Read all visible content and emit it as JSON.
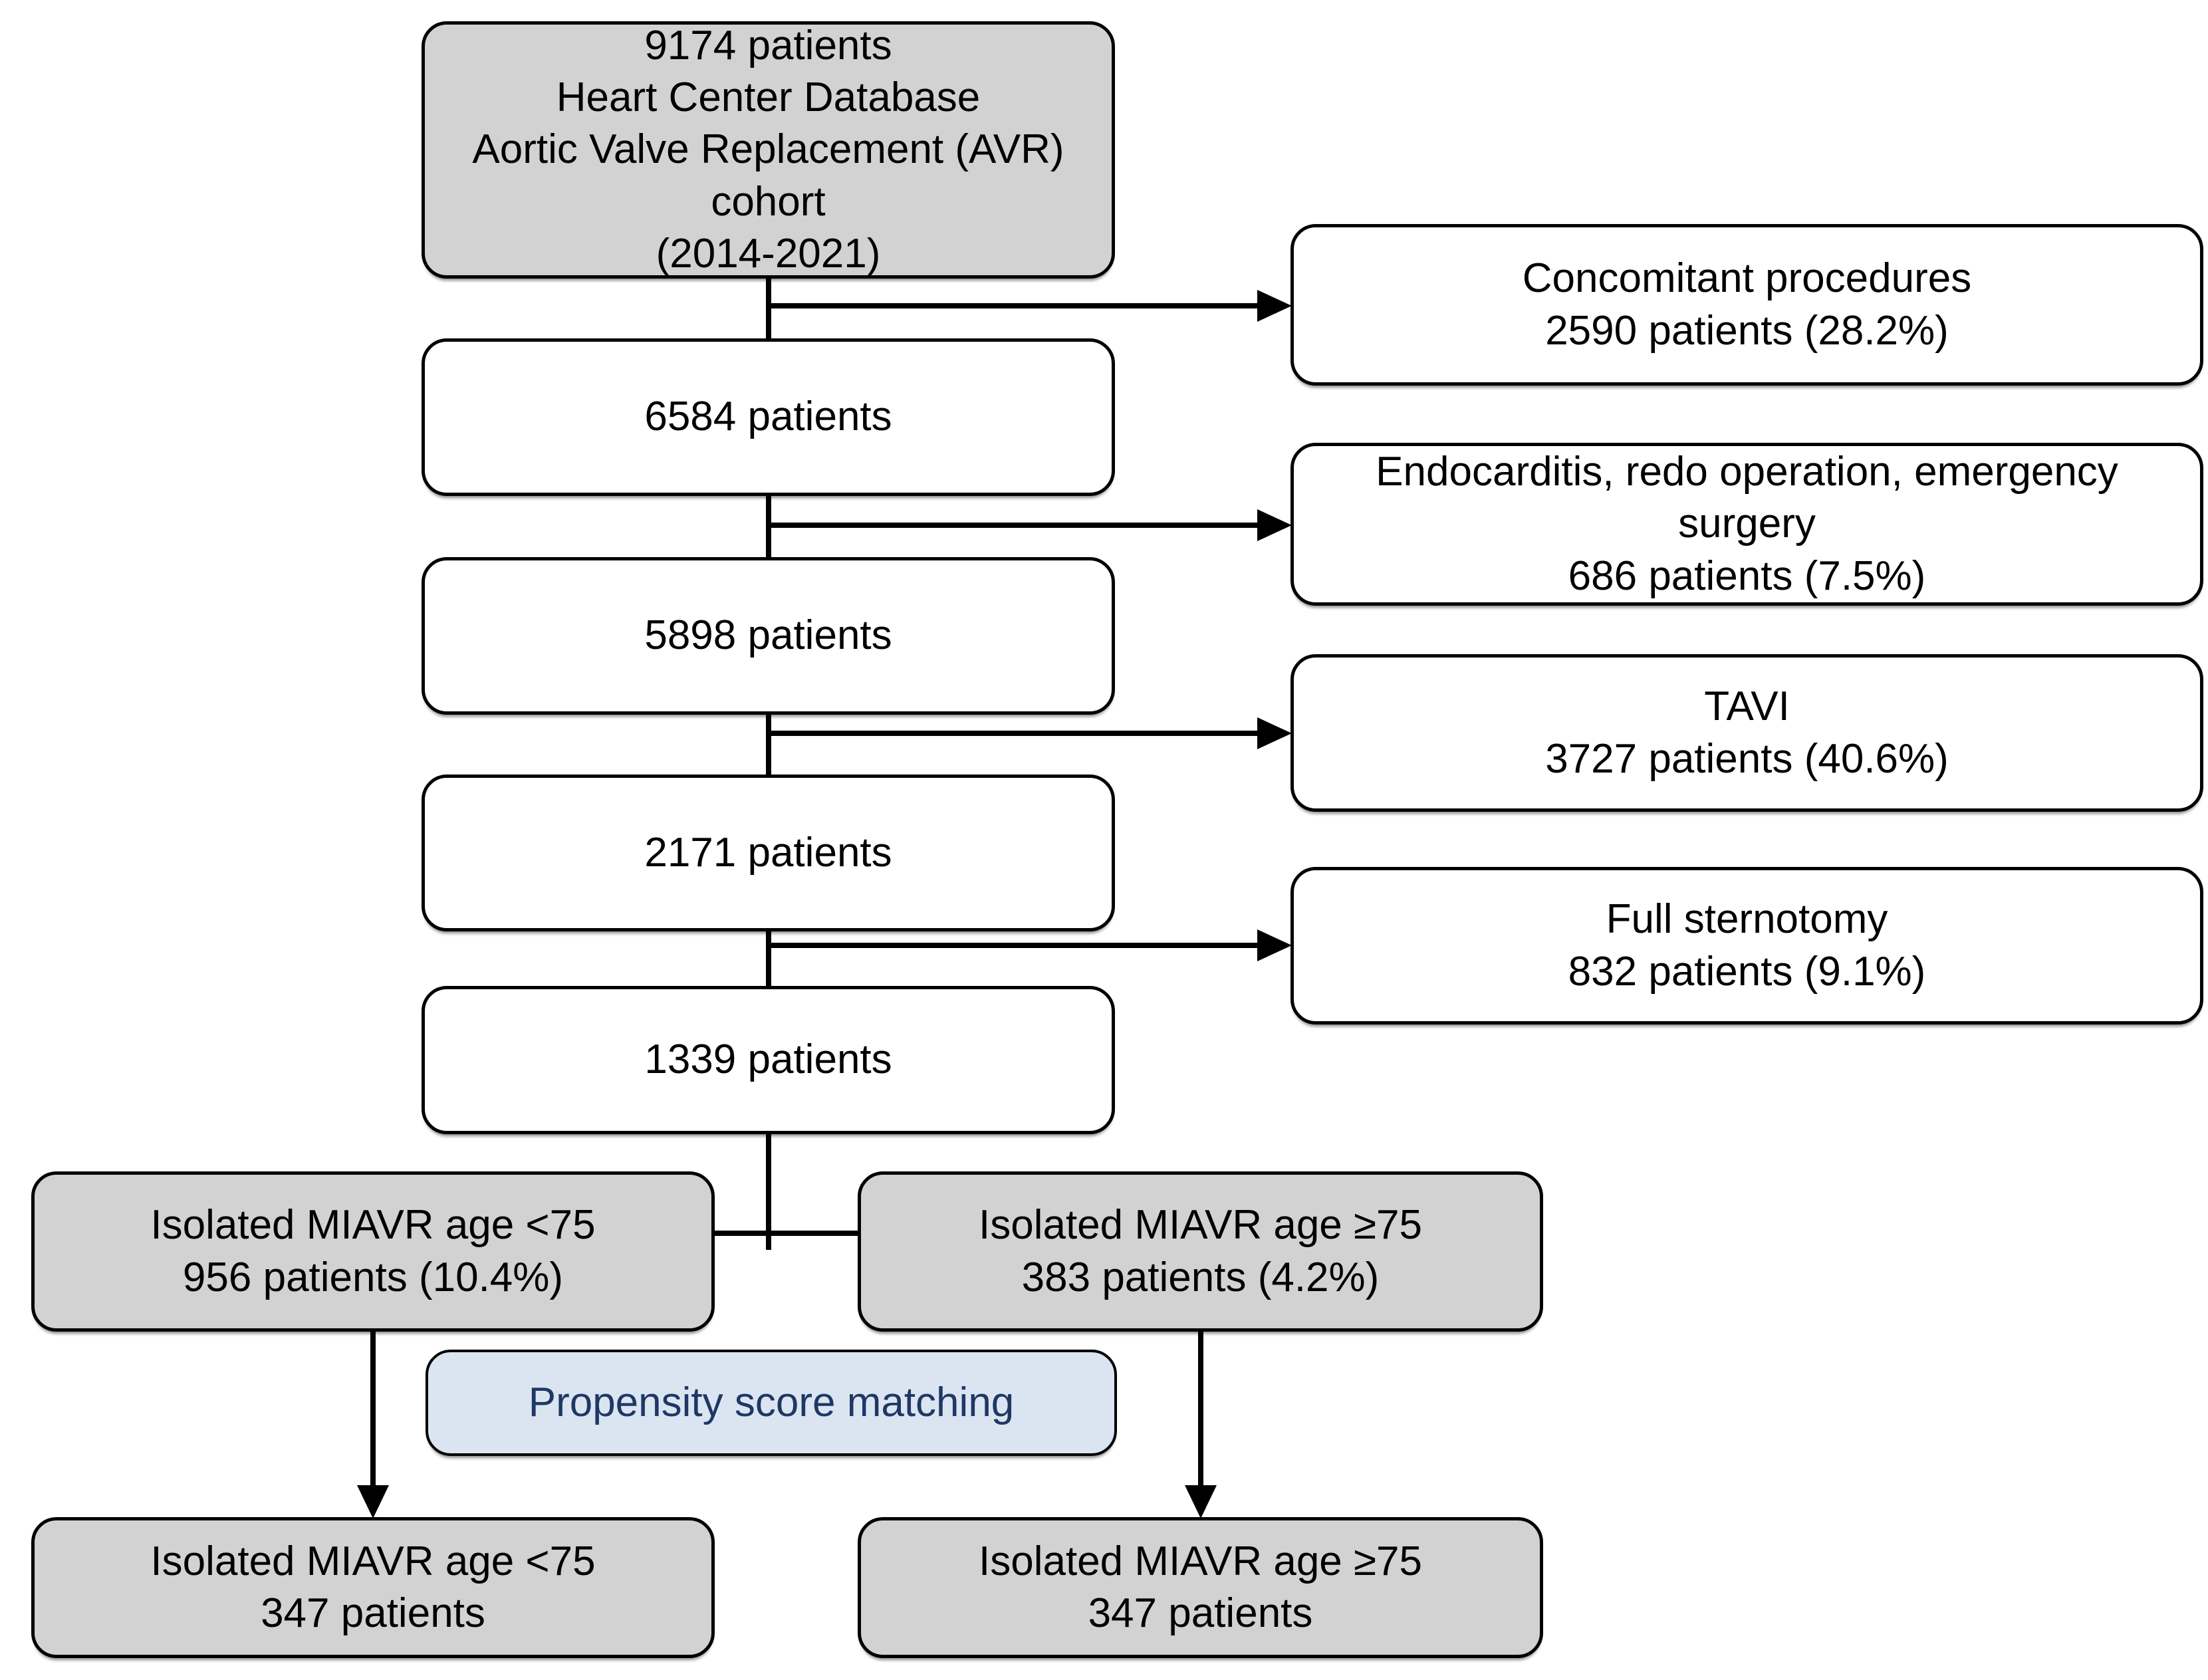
{
  "figure": {
    "kind": "patient-flow-diagram",
    "colors": {
      "background": "#ffffff",
      "gray_box_fill": "#d2d2d2",
      "white_box_fill": "#ffffff",
      "blue_box_fill": "#dbe5f2",
      "border": "#000000",
      "text": "#000000",
      "blue_box_text": "#1f3763"
    }
  },
  "boxes": {
    "cohort": {
      "text": "9174 patients\nHeart Center Database\nAortic Valve Replacement (AVR)\ncohort\n(2014-2021)"
    },
    "patients_6584": {
      "text": "6584 patients"
    },
    "patients_5898": {
      "text": "5898 patients"
    },
    "patients_2171": {
      "text": "2171 patients"
    },
    "patients_1339": {
      "text": "1339 patients"
    },
    "excl_concomitant": {
      "text": "Concomitant procedures\n2590 patients (28.2%)"
    },
    "excl_endocarditis": {
      "text": "Endocarditis, redo operation, emergency\nsurgery\n686 patients (7.5%)"
    },
    "excl_tavi": {
      "text": "TAVI\n3727 patients (40.6%)"
    },
    "excl_sternotomy": {
      "text": "Full sternotomy\n832 patients (9.1%)"
    },
    "miavr_under75": {
      "text": "Isolated MIAVR age <75\n956 patients (10.4%)"
    },
    "miavr_75plus": {
      "text": "Isolated MIAVR age ≥75\n383 patients (4.2%)"
    },
    "propensity": {
      "text": "Propensity score matching"
    },
    "matched_under75": {
      "text": "Isolated MIAVR age <75\n347 patients"
    },
    "matched_75plus": {
      "text": "Isolated MIAVR age ≥75\n347 patients"
    }
  },
  "edges": [
    {
      "from": "cohort",
      "to": "patients_6584",
      "type": "line"
    },
    {
      "from": "cohort",
      "to": "excl_concomitant",
      "type": "arrow-exclusion"
    },
    {
      "from": "patients_6584",
      "to": "patients_5898",
      "type": "line"
    },
    {
      "from": "patients_6584",
      "to": "excl_endocarditis",
      "type": "arrow-exclusion"
    },
    {
      "from": "patients_5898",
      "to": "patients_2171",
      "type": "line"
    },
    {
      "from": "patients_5898",
      "to": "excl_tavi",
      "type": "arrow-exclusion"
    },
    {
      "from": "patients_2171",
      "to": "patients_1339",
      "type": "line"
    },
    {
      "from": "patients_2171",
      "to": "excl_sternotomy",
      "type": "arrow-exclusion"
    },
    {
      "from": "patients_1339",
      "to": "miavr_under75",
      "type": "split-line"
    },
    {
      "from": "patients_1339",
      "to": "miavr_75plus",
      "type": "split-line"
    },
    {
      "from": "miavr_under75",
      "to": "matched_under75",
      "type": "arrow-down"
    },
    {
      "from": "miavr_75plus",
      "to": "matched_75plus",
      "type": "arrow-down"
    }
  ]
}
